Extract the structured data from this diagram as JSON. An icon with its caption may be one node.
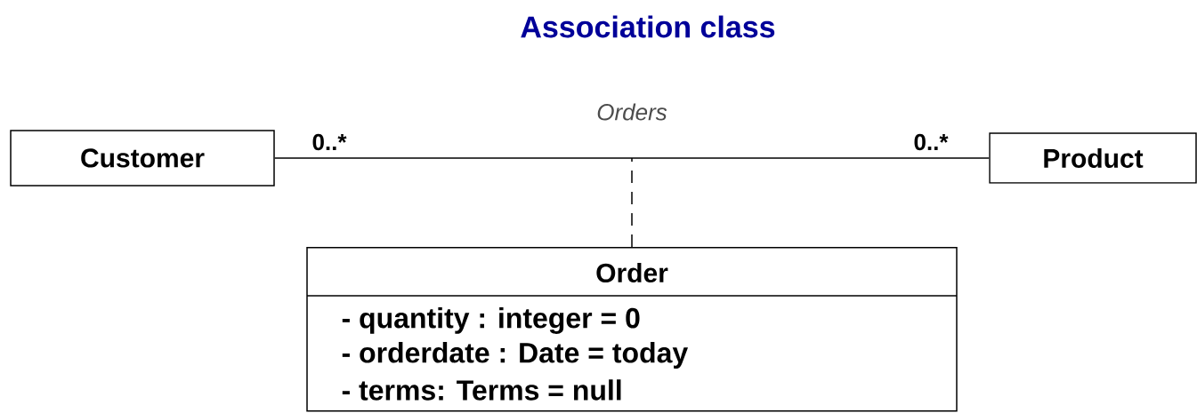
{
  "diagram": {
    "title": "Association class",
    "nodes": [
      {
        "text": [
          "Customer"
        ]
      },
      {
        "text": [
          "Product"
        ]
      },
      {
        "text": [
          "Order",
          "- quantity : integer = 0",
          "- orderdate : Date = today",
          "- terms: Terms = null"
        ]
      }
    ],
    "edges": [
      {
        "from": 0,
        "to": 1,
        "arrow": "none",
        "label": "Orders"
      },
      {
        "from": 2,
        "to": null,
        "arrow": "none",
        "style": "dashed"
      }
    ],
    "labels": [
      "0..*",
      "0..*"
    ]
  }
}
